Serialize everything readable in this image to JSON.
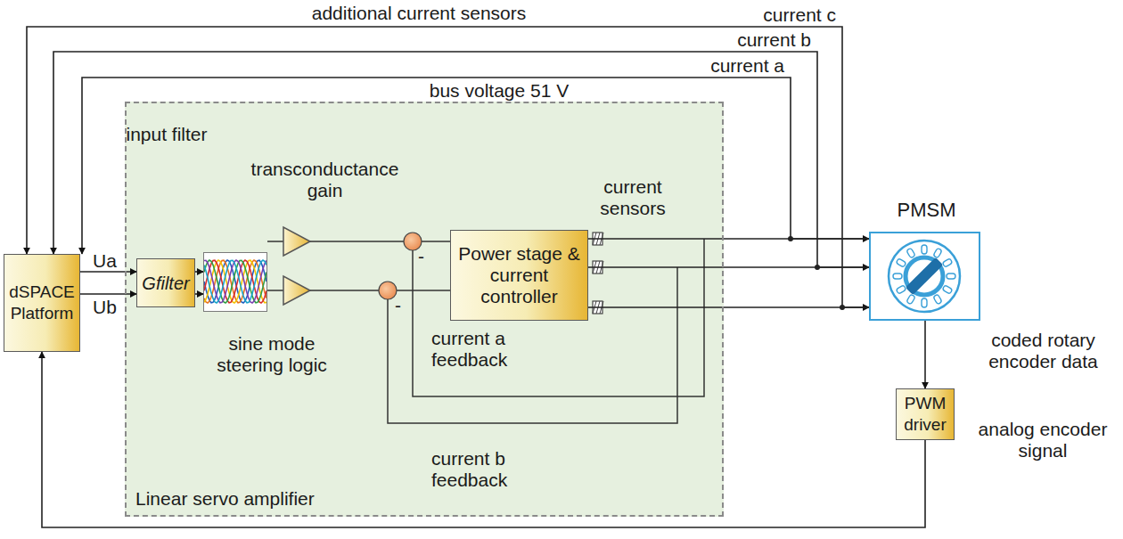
{
  "diagram": {
    "nodes": [
      {
        "text": [
          "dSPACE Platform"
        ]
      },
      {
        "text": [
          "bus voltage 51 V",
          "Linear servo amplifier"
        ]
      },
      {
        "text": [
          "input filter",
          "Gfilter"
        ],
        "in": 1
      },
      {
        "text": [
          "sine mode steering logic"
        ],
        "in": 1
      },
      {
        "text": [
          "Power stage & current controller"
        ],
        "in": 1
      },
      {
        "text": [
          "PMSM"
        ]
      },
      {
        "text": [
          "PWM driver"
        ]
      }
    ],
    "edges": [
      {
        "from": 0,
        "to": 2,
        "arrow": "to",
        "label": "Ua"
      },
      {
        "from": 0,
        "to": 2,
        "arrow": "to",
        "label": "Ub"
      },
      {
        "from": 2,
        "to": 3,
        "arrow": "to"
      },
      {
        "from": 2,
        "to": 3,
        "arrow": "to"
      },
      {
        "from": 4,
        "to": 5,
        "arrow": "to"
      },
      {
        "from": 4,
        "to": 5,
        "arrow": "to"
      },
      {
        "from": 4,
        "to": 5,
        "arrow": "to"
      },
      {
        "from": 5,
        "to": 6,
        "arrow": "to"
      },
      {
        "from": 6,
        "to": 0,
        "arrow": "to"
      },
      {
        "from": 5,
        "to": 0,
        "arrow": "to",
        "label": "current a"
      },
      {
        "from": 5,
        "to": 0,
        "arrow": "to",
        "label": "current b"
      },
      {
        "from": 5,
        "to": 0,
        "arrow": "to",
        "label": "current c"
      }
    ],
    "labels": [
      "additional current sensors",
      "transconductance gain",
      "current sensors",
      "-",
      "-",
      "current a feedback",
      "current b feedback",
      "coded rotary encoder data",
      "analog encoder signal"
    ]
  }
}
